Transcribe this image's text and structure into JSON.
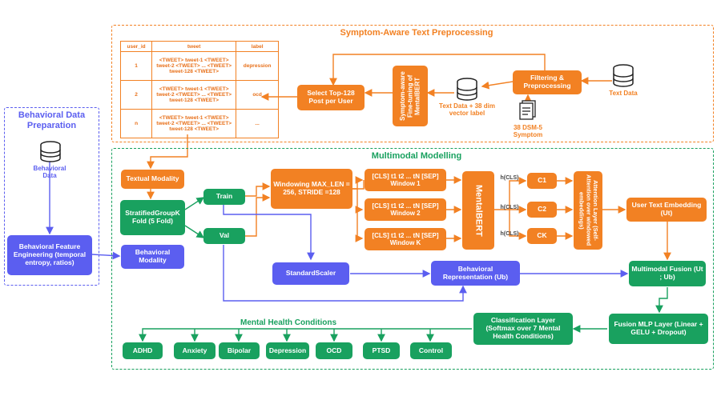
{
  "colors": {
    "orange": "#f28123",
    "green": "#19a15f",
    "purple": "#5b5ef0"
  },
  "regions": {
    "preprocessing": "Symptom-Aware Text Preprocessing",
    "behavioral": "Behavioral Data Preparation",
    "multimodal": "Multimodal Modelling"
  },
  "table": {
    "headers": [
      "user_id",
      "tweet",
      "label"
    ],
    "rows": [
      {
        "id": "1",
        "tweet": "<TWEET> tweet-1 <TWEET> tweet-2 <TWEET> ... <TWEET> tweet-128 <TWEET>",
        "label": "depression"
      },
      {
        "id": "2",
        "tweet": "<TWEET> tweet-1 <TWEET> tweet-2 <TWEET> ... <TWEET> tweet-128 <TWEET>",
        "label": "ocd"
      },
      {
        "id": "n",
        "tweet": "<TWEET> tweet-1 <TWEET> tweet-2 <TWEET> ... <TWEET> tweet-128 <TWEET>",
        "label": "..."
      }
    ]
  },
  "pre": {
    "select_top": "Select Top-128 Post per User",
    "finetune": "Symptom-aware Fine-tuning of MentalBERT",
    "text_data_vec": "Text Data + 38 dim vector label",
    "filtering": "Filtering & Preprocessing",
    "text_data": "Text Data",
    "dsm": "38 DSM-5 Symptom"
  },
  "beh": {
    "data": "Behavioral Data",
    "feature_eng": "Behavioral Feature Engineering (temporal entropy, ratios)"
  },
  "mm": {
    "textual_modality": "Textual Modality",
    "stratified": "StratifiedGroupK Fold (5 Fold)",
    "behavioral_modality": "Behavioral Modality",
    "train": "Train",
    "val": "Val",
    "windowing": "Windowing MAX_LEN = 256, STRIDE =128",
    "windows": [
      {
        "tokens": "[CLS] t1 t2 ... tN [SEP]",
        "name": "Window 1"
      },
      {
        "tokens": "[CLS] t1 t2 ... tN [SEP]",
        "name": "Window 2"
      },
      {
        "tokens": "[CLS] t1 t2 ... tN [SEP]",
        "name": "Window K"
      }
    ],
    "mentalbert": "MentalBERT",
    "hcls": "h(CLS)",
    "c_labels": [
      "C1",
      "C2",
      "CK"
    ],
    "attention": "Attention Layer (Self-Attention over windowed embeddings)",
    "user_text": "User Text Embedding (Ut)",
    "scaler": "StandardScaler",
    "beh_rep": "Behavioral Representation (Ub)",
    "fusion": "Multimodal Fusion (Ut ; Ub)",
    "mlp": "Fusion MLP Layer (Linear + GELU + Dropout)",
    "classification": "Classification Layer (Softmax over 7 Mental Health Conditions)",
    "conditions_title": "Mental Health Conditions",
    "conditions": [
      "ADHD",
      "Anxiety",
      "Bipolar",
      "Depression",
      "OCD",
      "PTSD",
      "Control"
    ]
  }
}
